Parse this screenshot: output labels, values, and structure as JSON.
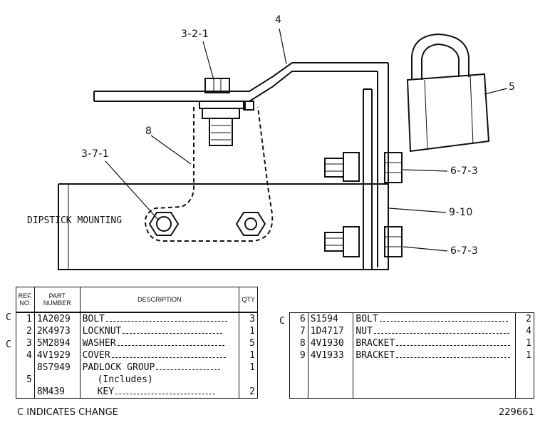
{
  "drawing": {
    "title": "DIPSTICK MOUNTING",
    "callouts": [
      "3-2-1",
      "4",
      "5",
      "8",
      "3-7-1",
      "6-7-3",
      "9-10",
      "6-7-3"
    ]
  },
  "table_headers": {
    "ref": [
      "REF.",
      "NO."
    ],
    "part": [
      "PART",
      "NUMBER"
    ],
    "desc": "DESCRIPTION",
    "qty": "QTY"
  },
  "left_rows": [
    {
      "c": "C",
      "ref": "1",
      "part": "1A2029",
      "desc": "BOLT",
      "qty": "3"
    },
    {
      "c": "",
      "ref": "2",
      "part": "2K4973",
      "desc": "LOCKNUT",
      "qty": "1"
    },
    {
      "c": "C",
      "ref": "3",
      "part": "5M2894",
      "desc": "WASHER",
      "qty": "5"
    },
    {
      "c": "",
      "ref": "4",
      "part": "4V1929",
      "desc": "COVER",
      "qty": "1"
    },
    {
      "c": "",
      "ref": "",
      "part": "8S7949",
      "desc": "PADLOCK GROUP",
      "qty": "1"
    },
    {
      "c": "",
      "ref": "5",
      "part": "",
      "desc": "(Includes)",
      "qty": ""
    },
    {
      "c": "",
      "ref": "",
      "part": "8M439",
      "desc": "KEY",
      "qty": "2"
    }
  ],
  "right_rows": [
    {
      "c": "C",
      "ref": "6",
      "part": "S1594",
      "desc": "BOLT",
      "qty": "2"
    },
    {
      "c": "",
      "ref": "7",
      "part": "1D4717",
      "desc": "NUT",
      "qty": "4"
    },
    {
      "c": "",
      "ref": "8",
      "part": "4V1930",
      "desc": "BRACKET",
      "qty": "1"
    },
    {
      "c": "",
      "ref": "9",
      "part": "4V1933",
      "desc": "BRACKET",
      "qty": "1"
    },
    {
      "c": "",
      "ref": "",
      "part": "",
      "desc": "",
      "qty": ""
    },
    {
      "c": "",
      "ref": "",
      "part": "",
      "desc": "",
      "qty": ""
    },
    {
      "c": "",
      "ref": "",
      "part": "",
      "desc": "",
      "qty": ""
    }
  ],
  "footer": {
    "legend": "C INDICATES CHANGE",
    "drawing_number": "229661"
  }
}
